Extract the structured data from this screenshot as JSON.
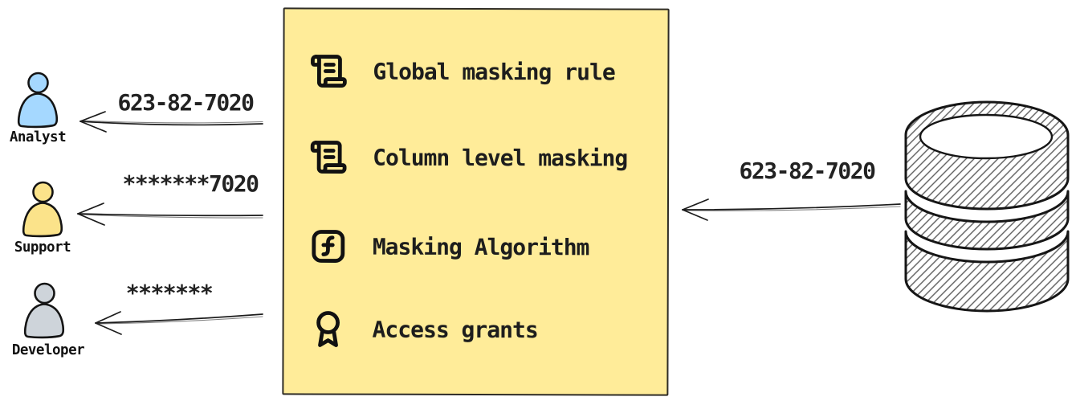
{
  "masking_box": {
    "fill": "#ffec99",
    "items": [
      {
        "icon": "scroll-text-icon",
        "label": "Global masking rule"
      },
      {
        "icon": "scroll-text-icon",
        "label": "Column level masking"
      },
      {
        "icon": "function-square-icon",
        "label": "Masking Algorithm"
      },
      {
        "icon": "award-icon",
        "label": "Access grants"
      }
    ]
  },
  "consumers": [
    {
      "role": "Analyst",
      "value": "623-82-7020",
      "fill": "#a5d8ff"
    },
    {
      "role": "Support",
      "value": "*******7020",
      "fill": "#fbe38a"
    },
    {
      "role": "Developer",
      "value": "*******",
      "fill": "#ced4da"
    }
  ],
  "database": {
    "icon": "database-icon",
    "value": "623-82-7020"
  },
  "colors": {
    "outline": "#2e2c26",
    "stroke": "#1c1c1c",
    "hatch": "#5c5c5c"
  }
}
